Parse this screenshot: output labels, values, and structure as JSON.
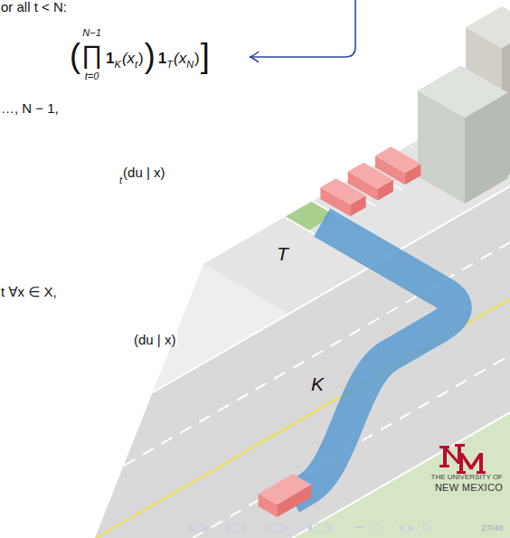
{
  "diagram": {
    "labels": [
      "or all t < N:",
      "N−1",
      "(",
      "∏",
      "t=0",
      "1",
      "K",
      "(x",
      "t",
      ")",
      ")",
      "1",
      "T",
      "(x",
      "N",
      ")",
      "]",
      "…, N − 1,",
      "t",
      "(du | x)",
      "t ∀x ∈ X,",
      "(du | x)",
      "T",
      "K",
      "THE UNIVERSITY OF",
      "NEW MEXICO",
      "27/40"
    ]
  }
}
